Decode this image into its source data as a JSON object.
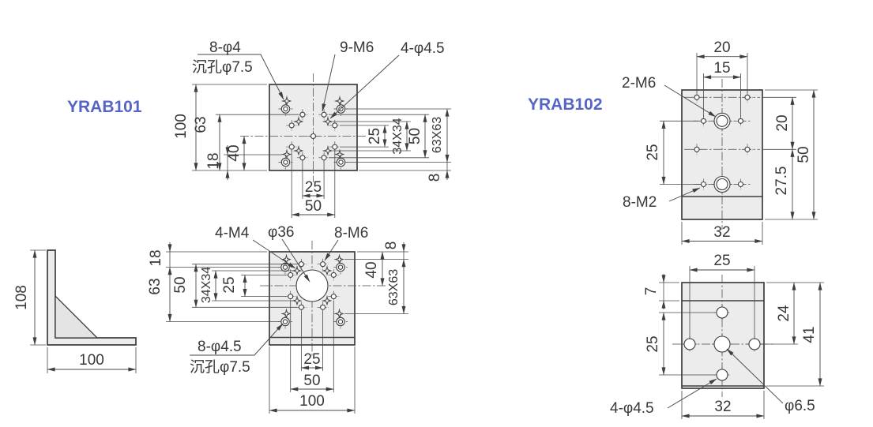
{
  "drawing": {
    "accent_color": "#5565c5",
    "line_color": "#3e3e3e",
    "plate_fill": "#ececec"
  },
  "parts": {
    "label_101": "YRAB101",
    "label_102": "YRAB102"
  },
  "side_view": {
    "dim_height": "108",
    "dim_width": "100"
  },
  "p101_top": {
    "callout_counterbore_line1": "8-φ4",
    "callout_counterbore_line2": "沉孔φ7.5",
    "callout_m6": "9-M6",
    "callout_phi45": "4-φ4.5",
    "dim_left_100": "100",
    "dim_left_63": "63",
    "dim_left_40": "40",
    "dim_left_18": "18",
    "dim_bottom_25": "25",
    "dim_bottom_50": "50",
    "dim_right_25": "25",
    "dim_right_34x34": "34X34",
    "dim_right_50": "50",
    "dim_right_63x63": "63X63",
    "dim_right_8": "8"
  },
  "p101_bottom": {
    "callout_m4": "4-M4",
    "callout_phi36": "φ36",
    "callout_m6": "8-M6",
    "callout_counterbore_line1": "8-φ4.5",
    "callout_counterbore_line2": "沉孔φ7.5",
    "dim_left_18": "18",
    "dim_left_63": "63",
    "dim_left_50": "50",
    "dim_left_34x34": "34X34",
    "dim_left_25": "25",
    "dim_right_8": "8",
    "dim_right_40": "40",
    "dim_right_63x63": "63X63",
    "dim_bottom_25": "25",
    "dim_bottom_50": "50",
    "dim_bottom_100": "100"
  },
  "p102_top": {
    "callout_m6": "2-M6",
    "callout_m2": "8-M2",
    "dim_top_20": "20",
    "dim_top_15": "15",
    "dim_left_25": "25",
    "dim_right_20": "20",
    "dim_right_50": "50",
    "dim_right_27_5": "27.5",
    "dim_bottom_32": "32"
  },
  "p102_bottom": {
    "callout_phi45": "4-φ4.5",
    "callout_phi65": "φ6.5",
    "dim_top_25": "25",
    "dim_left_7": "7",
    "dim_left_25": "25",
    "dim_right_24": "24",
    "dim_right_41": "41",
    "dim_bottom_32": "32"
  }
}
